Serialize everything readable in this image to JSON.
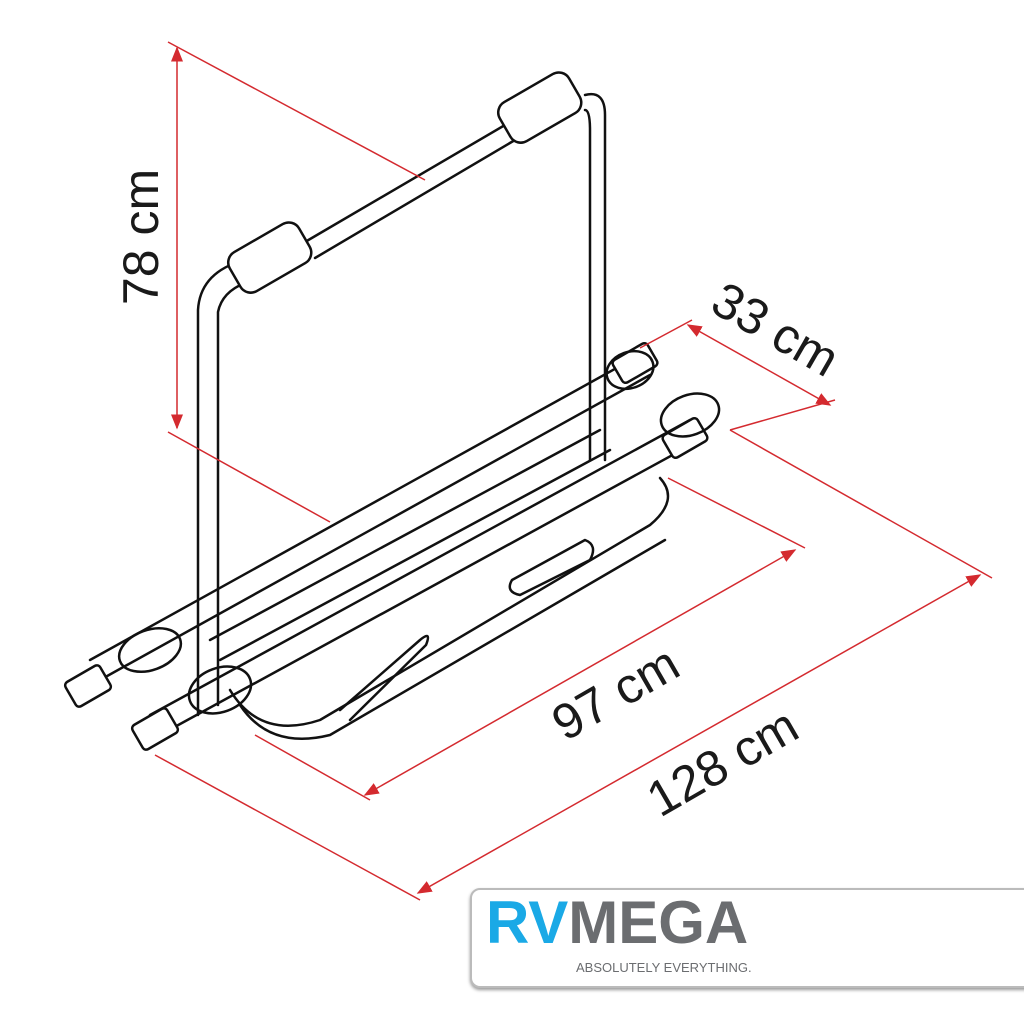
{
  "dimensions": {
    "height": "78 cm",
    "depth": "33 cm",
    "inner_length": "97 cm",
    "total_length": "128 cm"
  },
  "logo": {
    "part1": "RV",
    "part2": "MEGA",
    "tagline": "ABSOLUTELY EVERYTHING."
  },
  "colors": {
    "dimension_line": "#d42a2f",
    "logo_blue": "#1aa9e6",
    "logo_gray": "#6b6d70"
  }
}
